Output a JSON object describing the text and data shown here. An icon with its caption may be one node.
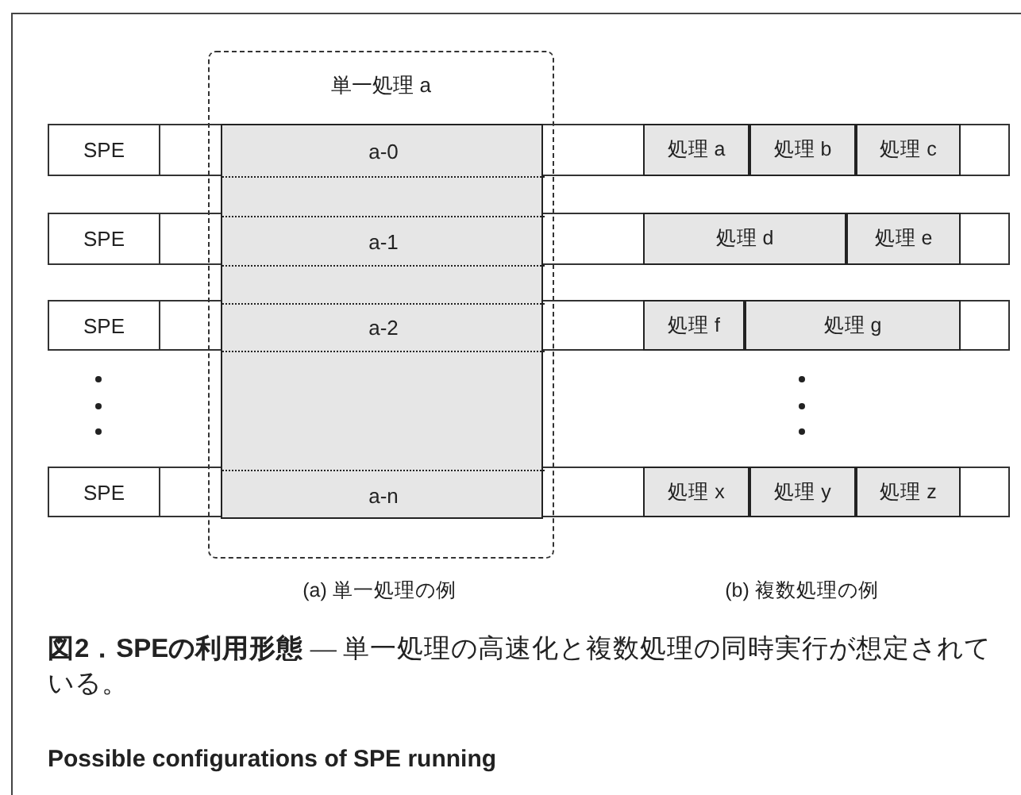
{
  "diagram": {
    "caption": "**図2．SPEの利用形態** — 単一処理の高速化と複数処理の同時実行が想定されている。",
    "nodes": [
      {
        "text": [
          "単一処理 a"
        ]
      },
      {
        "text": [],
        "shape": "box",
        "in": 0
      },
      {
        "text": [
          "a-0"
        ],
        "in": 1
      },
      {
        "text": [
          "a-1"
        ],
        "in": 1
      },
      {
        "text": [
          "a-2"
        ],
        "in": 1
      },
      {
        "text": [
          "a-n"
        ],
        "in": 1
      },
      {
        "text": [
          "SPE"
        ]
      },
      {
        "text": [
          "SPE"
        ]
      },
      {
        "text": [
          "SPE"
        ]
      },
      {
        "text": [
          "SPE"
        ]
      },
      {
        "text": [
          "処理 a"
        ]
      },
      {
        "text": [
          "処理 b"
        ]
      },
      {
        "text": [
          "処理 c"
        ]
      },
      {
        "text": [
          "処理 d"
        ]
      },
      {
        "text": [
          "処理 e"
        ]
      },
      {
        "text": [
          "処理 f"
        ]
      },
      {
        "text": [
          "処理 g"
        ]
      },
      {
        "text": [
          "処理 x"
        ]
      },
      {
        "text": [
          "処理 y"
        ]
      },
      {
        "text": [
          "処理 z"
        ]
      }
    ],
    "edges": [],
    "labels": [
      "(a) 単一処理の例",
      "(b) 複数処理の例",
      "Possible configurations of SPE running"
    ]
  }
}
